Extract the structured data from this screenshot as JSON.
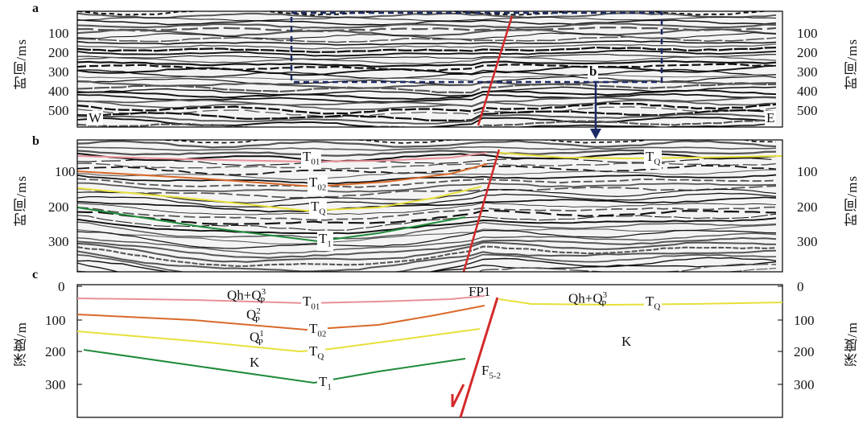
{
  "panels": {
    "a": {
      "letter": "a",
      "west": "W",
      "east": "E",
      "box_label": "b",
      "axis_label": "时间/ms",
      "ticks": [
        "100",
        "200",
        "300",
        "400",
        "500"
      ]
    },
    "b": {
      "letter": "b",
      "axis_label": "时间/ms",
      "ticks": [
        "100",
        "200",
        "300"
      ],
      "horizons": {
        "T01": {
          "base": "T",
          "sub": "01"
        },
        "T02": {
          "base": "T",
          "sub": "02"
        },
        "TQ": {
          "base": "T",
          "sub": "Q"
        },
        "T1": {
          "base": "T",
          "sub": "1"
        },
        "TQ_east": {
          "base": "T",
          "sub": "Q"
        }
      }
    },
    "c": {
      "letter": "c",
      "axis_label": "深度/m",
      "ticks": [
        "0",
        "100",
        "200",
        "300"
      ],
      "fault_point": "FP1",
      "fault_name": {
        "base": "F",
        "sub": "5-2"
      },
      "units": {
        "qh": {
          "a": "Qh+Q",
          "sub": "P",
          "sup": "3"
        },
        "q2": {
          "a": "Q",
          "sub": "P",
          "sup": "2"
        },
        "q1": {
          "a": "Q",
          "sub": "P",
          "sup": "1"
        },
        "k_west": "K",
        "qh_east": {
          "a": "Qh+Q",
          "sub": "P",
          "sup": "3"
        },
        "k_east": "K"
      },
      "horizons": {
        "T01": {
          "base": "T",
          "sub": "01"
        },
        "T02": {
          "base": "T",
          "sub": "02"
        },
        "TQ": {
          "base": "T",
          "sub": "Q"
        },
        "T1": {
          "base": "T",
          "sub": "1"
        },
        "TQ_east": {
          "base": "T",
          "sub": "Q"
        }
      }
    }
  },
  "colors": {
    "pink": "#e8909a",
    "orange": "#d9692a",
    "yellow": "#e6e03a",
    "green": "#1f8a3a",
    "fault": "#d42a2a",
    "box": "#1c2a66"
  }
}
